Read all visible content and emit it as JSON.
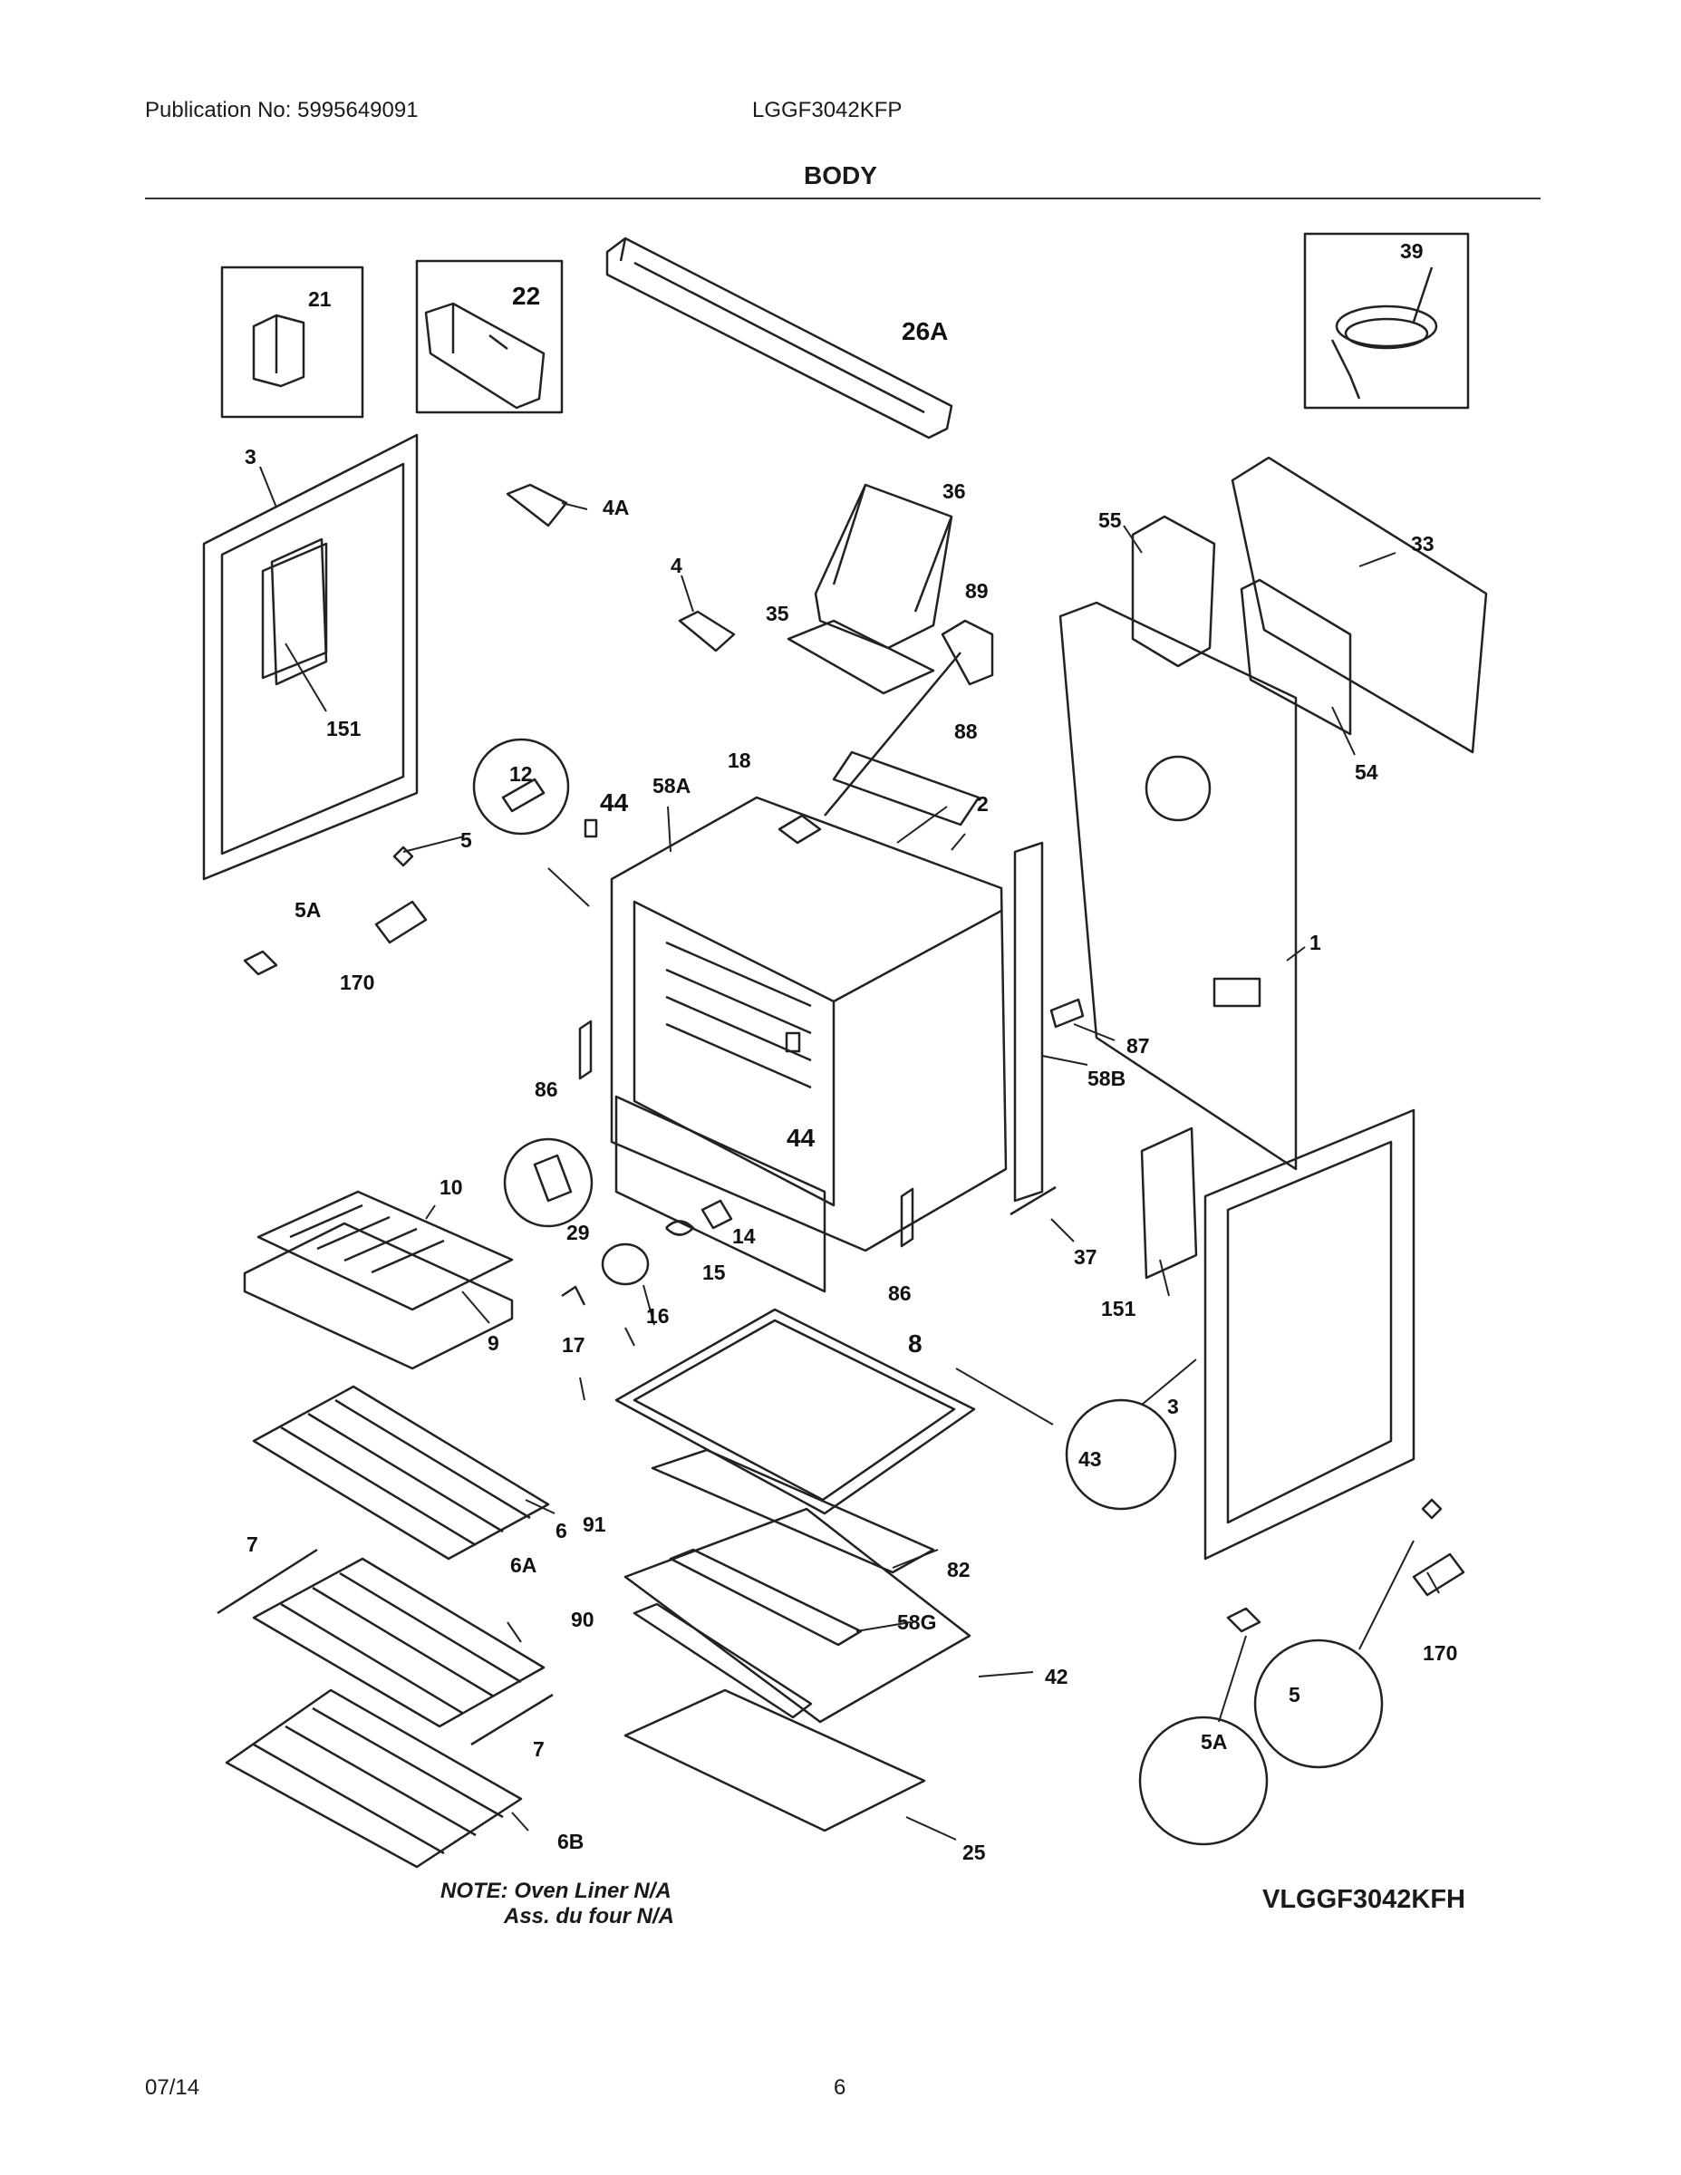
{
  "header": {
    "publication": "Publication No: 5995649091",
    "model": "LGGF3042KFP",
    "section_title": "BODY"
  },
  "callouts": {
    "c1": "1",
    "c2": "2",
    "c3a": "3",
    "c3b": "3",
    "c4": "4",
    "c4A": "4A",
    "c5a": "5",
    "c5b": "5",
    "c5Aa": "5A",
    "c5Ab": "5A",
    "c6": "6",
    "c6A": "6A",
    "c6B": "6B",
    "c7a": "7",
    "c7b": "7",
    "c8": "8",
    "c9": "9",
    "c10": "10",
    "c12": "12",
    "c14": "14",
    "c15": "15",
    "c16": "16",
    "c17": "17",
    "c18": "18",
    "c21": "21",
    "c22": "22",
    "c25": "25",
    "c26A": "26A",
    "c29": "29",
    "c33": "33",
    "c35": "35",
    "c36": "36",
    "c37": "37",
    "c39": "39",
    "c42": "42",
    "c43": "43",
    "c44a": "44",
    "c44b": "44",
    "c54": "54",
    "c55": "55",
    "c58A": "58A",
    "c58B": "58B",
    "c58G": "58G",
    "c82": "82",
    "c86a": "86",
    "c86b": "86",
    "c87": "87",
    "c88": "88",
    "c89": "89",
    "c90": "90",
    "c91": "91",
    "c151a": "151",
    "c151b": "151",
    "c170a": "170",
    "c170b": "170"
  },
  "notes": {
    "line1": "NOTE: Oven Liner N/A",
    "line2": "Ass. du four N/A"
  },
  "diagram_code": "VLGGF3042KFH",
  "footer": {
    "date": "07/14",
    "page": "6"
  }
}
